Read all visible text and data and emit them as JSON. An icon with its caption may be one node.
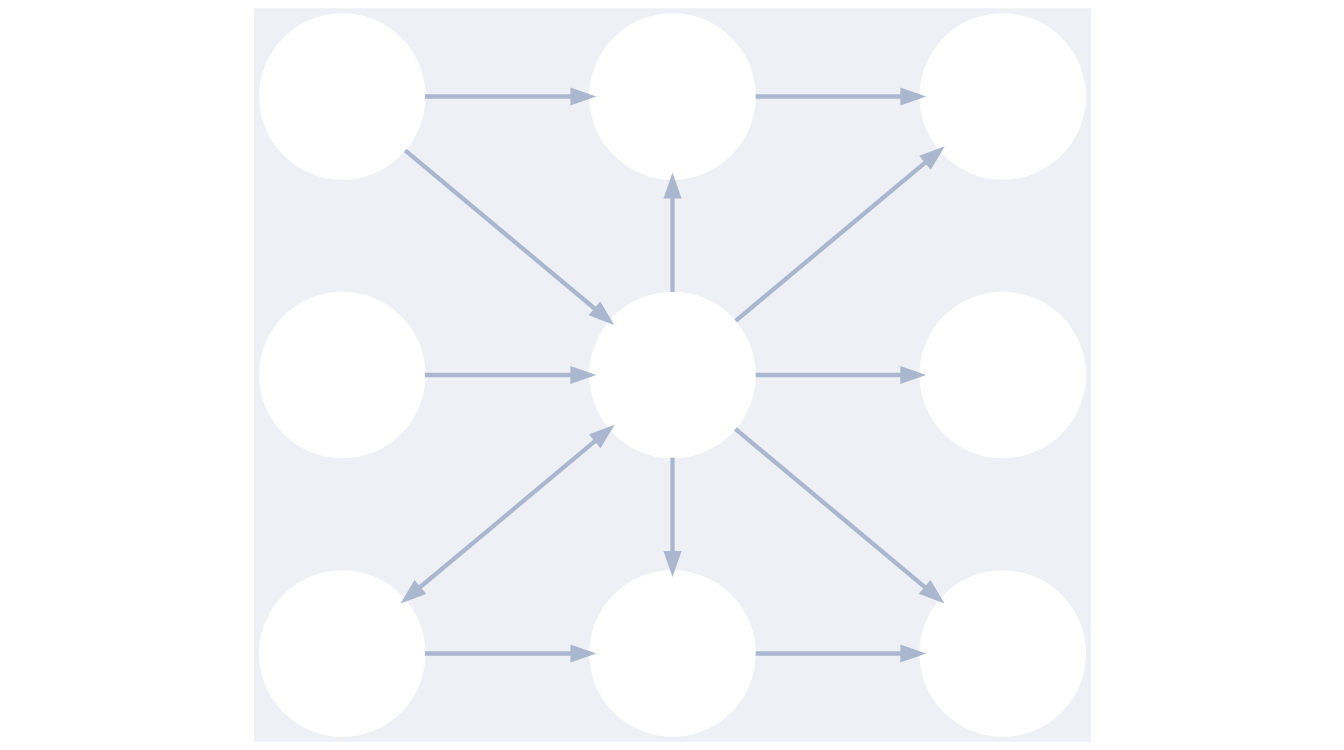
{
  "diagram": {
    "nodes": [
      {
        "text": [],
        "shape": "circle"
      },
      {
        "text": [],
        "shape": "circle"
      },
      {
        "text": [],
        "shape": "circle"
      },
      {
        "text": [],
        "shape": "circle"
      },
      {
        "text": [],
        "shape": "circle"
      },
      {
        "text": [],
        "shape": "circle"
      },
      {
        "text": [],
        "shape": "circle"
      },
      {
        "text": [],
        "shape": "circle"
      },
      {
        "text": [],
        "shape": "circle"
      }
    ],
    "edges": [
      {
        "from": 0,
        "to": 1,
        "arrow": "to"
      },
      {
        "from": 1,
        "to": 2,
        "arrow": "to"
      },
      {
        "from": 0,
        "to": 4,
        "arrow": "to"
      },
      {
        "from": 4,
        "to": 1,
        "arrow": "to"
      },
      {
        "from": 4,
        "to": 2,
        "arrow": "to"
      },
      {
        "from": 3,
        "to": 4,
        "arrow": "to"
      },
      {
        "from": 4,
        "to": 5,
        "arrow": "to"
      },
      {
        "from": 4,
        "to": 6,
        "arrow": "both"
      },
      {
        "from": 4,
        "to": 7,
        "arrow": "to"
      },
      {
        "from": 4,
        "to": 8,
        "arrow": "to"
      },
      {
        "from": 6,
        "to": 7,
        "arrow": "to"
      },
      {
        "from": 7,
        "to": 8,
        "arrow": "to"
      }
    ]
  }
}
